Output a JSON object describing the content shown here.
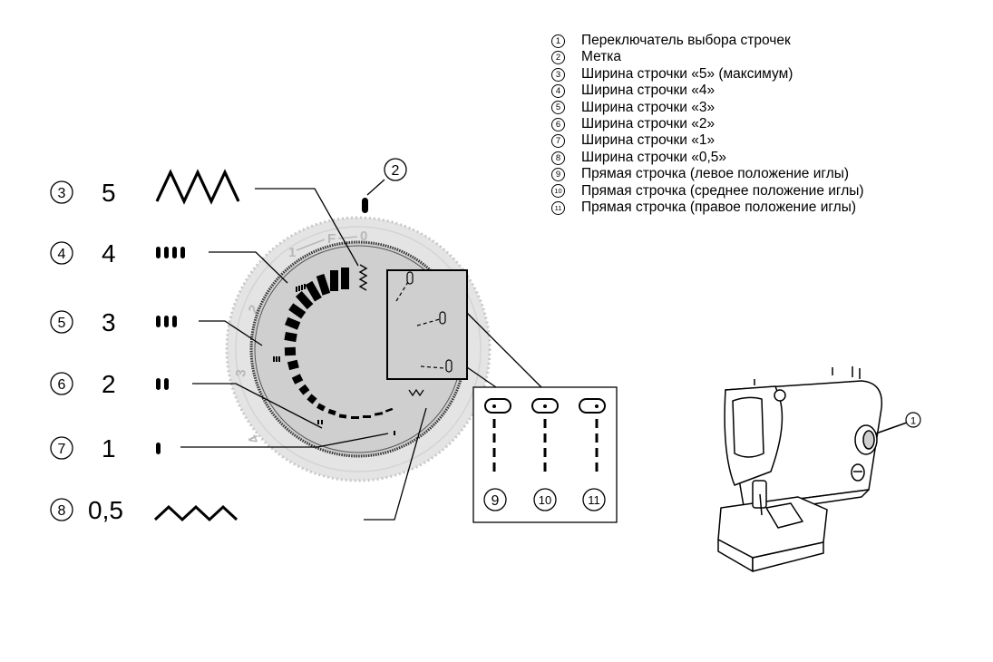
{
  "legend": [
    {
      "num": "1",
      "text": "Переключатель выбора строчек"
    },
    {
      "num": "2",
      "text": "Метка"
    },
    {
      "num": "3",
      "text": "Ширина строчки «5» (максимум)"
    },
    {
      "num": "4",
      "text": "Ширина строчки «4»"
    },
    {
      "num": "5",
      "text": "Ширина строчки «3»"
    },
    {
      "num": "6",
      "text": "Ширина строчки «2»"
    },
    {
      "num": "7",
      "text": "Ширина строчки «1»"
    },
    {
      "num": "8",
      "text": "Ширина строчки «0,5»"
    },
    {
      "num": "9",
      "text": "Прямая строчка (левое положение иглы)"
    },
    {
      "num": "10",
      "text": "Прямая строчка (среднее положение иглы)"
    },
    {
      "num": "11",
      "text": "Прямая строчка (правое положение иглы)"
    }
  ],
  "width_rows": [
    {
      "marker": "3",
      "label": "5"
    },
    {
      "marker": "4",
      "label": "4"
    },
    {
      "marker": "5",
      "label": "3"
    },
    {
      "marker": "6",
      "label": "2"
    },
    {
      "marker": "7",
      "label": "1"
    },
    {
      "marker": "8",
      "label": "0,5"
    }
  ],
  "mark_callout": "2",
  "dial_ring_labels": {
    "one": "1",
    "f": "F",
    "zero": "0",
    "two": "2",
    "three": "3",
    "four": "4"
  },
  "needle_positions": [
    "9",
    "10",
    "11"
  ],
  "machine_callout": "1",
  "colors": {
    "ink": "#000000",
    "dial_face": "#cfcfcf",
    "dial_ring": "#e4e4e4",
    "ring_text": "#b8b8b8"
  }
}
